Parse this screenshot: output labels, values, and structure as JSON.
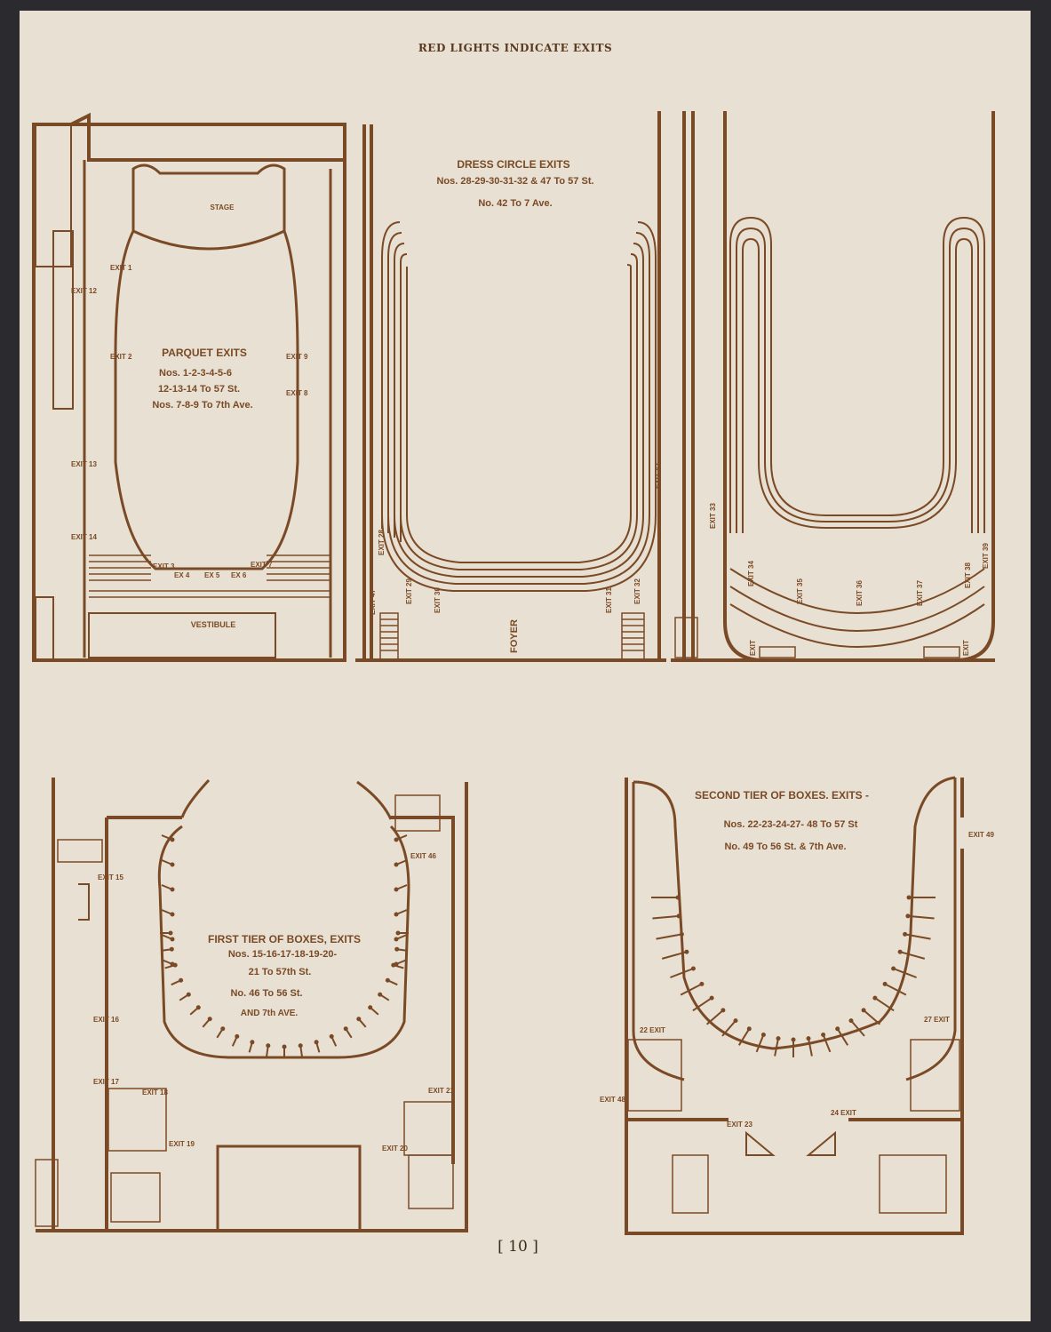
{
  "header": "RED LIGHTS INDICATE EXITS",
  "page_number": "[ 10 ]",
  "parquet": {
    "title": "PARQUET EXITS",
    "line1": "Nos. 1-2-3-4-5-6",
    "line2": "12-13-14 To 57 St.",
    "line3": "Nos. 7-8-9 To 7th Ave.",
    "stage": "STAGE",
    "vestibule": "VESTIBULE",
    "exits": [
      "EXIT 1",
      "EXIT 2",
      "EXIT 12",
      "EXIT 13",
      "EXIT 14",
      "EXIT 9",
      "EXIT 8",
      "EXIT 3",
      "EX 4",
      "EX 5",
      "EX 6",
      "EXIT 7"
    ]
  },
  "dress_circle": {
    "title": "DRESS CIRCLE EXITS",
    "line1": "Nos. 28-29-30-31-32 & 47 To 57 St.",
    "line2": "No. 42 To 7 Ave.",
    "foyer": "FOYER",
    "exits": [
      "EXIT 28",
      "EXIT 29",
      "EXIT 30",
      "EXIT 31",
      "EXIT 32",
      "EXIT 42",
      "EXIT 47"
    ]
  },
  "balcony": {
    "exits": [
      "EXIT 33",
      "EXIT 34",
      "EXIT 35",
      "EXIT 36",
      "EXIT 37",
      "EXIT 38",
      "EXIT 39",
      "EXIT",
      "EXIT"
    ]
  },
  "first_tier": {
    "title": "FIRST TIER OF BOXES, EXITS",
    "line1": "Nos. 15-16-17-18-19-20-",
    "line2": "21 To 57th St.",
    "line3": "No. 46 To 56 St.",
    "line4": "AND 7th AVE.",
    "exits": [
      "EXIT 15",
      "EXIT 16",
      "EXIT 17",
      "EXIT 18",
      "EXIT 19",
      "EXIT 20",
      "EXIT 21",
      "EXIT 46"
    ]
  },
  "second_tier": {
    "title": "SECOND TIER OF BOXES. EXITS -",
    "line1": "Nos. 22-23-24-27- 48 To 57 St",
    "line2": "No. 49 To 56 St. & 7th Ave.",
    "exits": [
      "22 EXIT",
      "27 EXIT",
      "EXIT 48",
      "EXIT 23",
      "24 EXIT",
      "EXIT 49"
    ]
  }
}
